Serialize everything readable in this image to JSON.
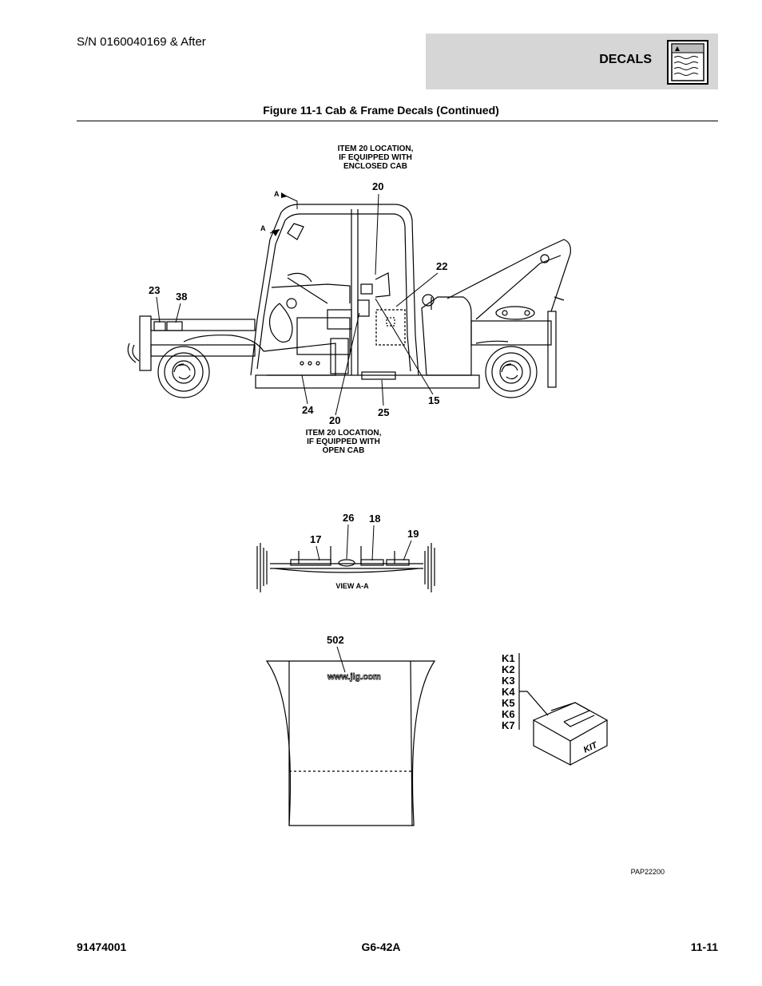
{
  "header": {
    "serial": "S/N 0160040169 & After",
    "section": "DECALS",
    "icon": "decal-book-icon"
  },
  "figure": {
    "title": "Figure 11-1 Cab & Frame Decals (Continued)",
    "note_enclosed": [
      "ITEM 20 LOCATION,",
      "IF EQUIPPED WITH",
      "ENCLOSED CAB"
    ],
    "note_open": [
      "ITEM 20 LOCATION,",
      "IF EQUIPPED WITH",
      "OPEN CAB"
    ],
    "view_arrow": "A",
    "callouts_main": [
      "20",
      "22",
      "23",
      "38",
      "24",
      "20",
      "25",
      "15"
    ],
    "view_label": "VIEW A-A",
    "callouts_view": [
      "17",
      "26",
      "18",
      "19"
    ],
    "callout_cover": "502",
    "cover_text": "www.jlg.com",
    "kit_items": [
      "K1",
      "K2",
      "K3",
      "K4",
      "K5",
      "K6",
      "K7"
    ],
    "kit_label": "KIT",
    "drawing_id": "PAP22200"
  },
  "footer": {
    "doc_number": "91474001",
    "model": "G6-42A",
    "page": "11-11"
  }
}
